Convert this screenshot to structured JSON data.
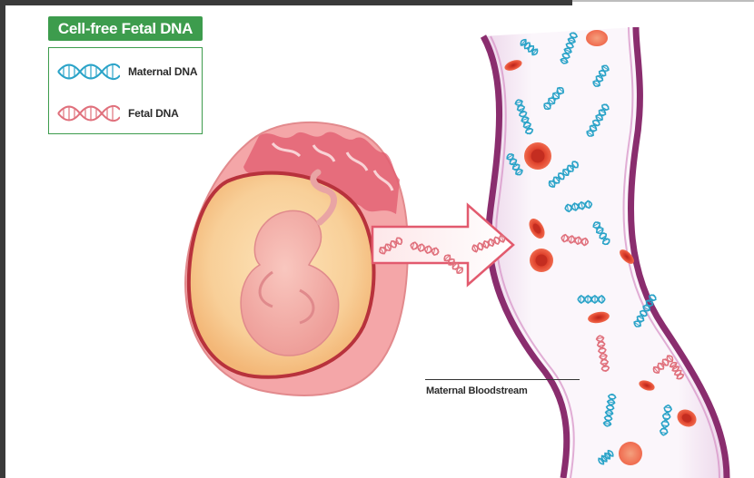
{
  "legend": {
    "title": "Cell-free Fetal DNA",
    "items": [
      {
        "label": "Maternal DNA",
        "icon": "dna-helix-icon",
        "color": "#2aa3c8"
      },
      {
        "label": "Fetal DNA",
        "icon": "dna-helix-icon",
        "color": "#e0707c"
      }
    ],
    "border_color": "#3d9c4d"
  },
  "annotation": {
    "label": "Maternal Bloodstream"
  },
  "colors": {
    "maternal_dna": "#2aa3c8",
    "fetal_dna": "#e0707c",
    "red_blood_cell": "#d9361f",
    "vessel_wall": "#8a2d6e",
    "vessel_fill": "#f3e8f3",
    "placenta": "#f09aa0",
    "amniotic_sac": "#f6c18c"
  }
}
